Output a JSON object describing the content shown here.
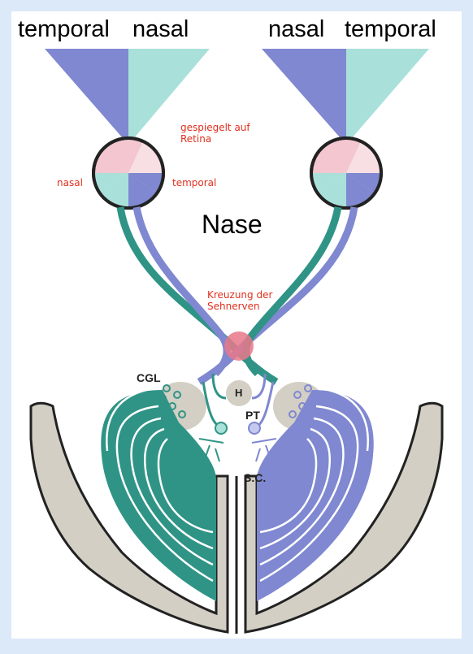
{
  "header": {
    "left_temporal": "temporal",
    "left_nasal": "nasal",
    "right_nasal": "nasal",
    "right_temporal": "temporal"
  },
  "annotations": {
    "mirrored": "gespiegelt auf\nRetina",
    "eye_nasal": "nasal",
    "eye_temporal": "temporal",
    "nose": "Nase",
    "chiasm": "Kreuzung der\nSehnerven"
  },
  "structures": {
    "cgl": "CGL",
    "h": "H",
    "pt": "PT",
    "sc": "S.C."
  },
  "colors": {
    "background": "#dbe9f8",
    "teal": "#2f9486",
    "blue": "#7f88d0",
    "light_teal": "#a9e1da",
    "pink": "#f3c6d0",
    "chiasm": "#e9788a",
    "cortex": "#d3cfc4",
    "outline": "#222222",
    "annotation_red": "#e0301e"
  }
}
